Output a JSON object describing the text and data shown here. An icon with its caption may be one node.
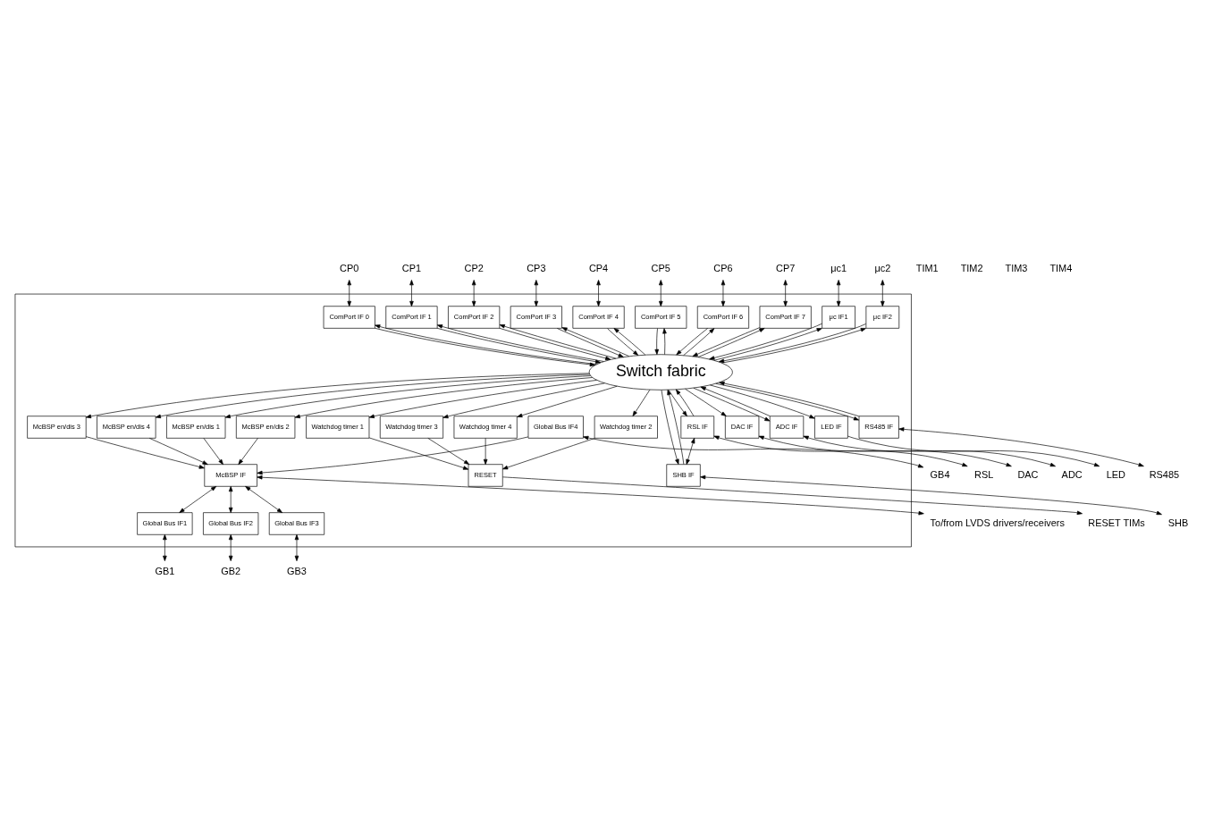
{
  "diagram": {
    "nodes": [
      {
        "text": [],
        "shape": "box"
      },
      {
        "text": [
          "ComPort IF 0"
        ],
        "in": 0
      },
      {
        "text": [
          "ComPort IF 1"
        ],
        "in": 0
      },
      {
        "text": [
          "ComPort IF 2"
        ],
        "in": 0
      },
      {
        "text": [
          "ComPort IF 3"
        ],
        "in": 0
      },
      {
        "text": [
          "ComPort IF 4"
        ],
        "in": 0
      },
      {
        "text": [
          "ComPort IF 5"
        ],
        "in": 0
      },
      {
        "text": [
          "ComPort IF 6"
        ],
        "in": 0
      },
      {
        "text": [
          "ComPort IF 7"
        ],
        "in": 0
      },
      {
        "text": [
          "μc IF1"
        ],
        "in": 0
      },
      {
        "text": [
          "μc IF2"
        ],
        "in": 0
      },
      {
        "text": [
          "Switch fabric"
        ],
        "in": 0
      },
      {
        "text": [
          "Watchdog timer 1"
        ],
        "in": 0
      },
      {
        "text": [
          "Watchdog timer 2"
        ],
        "in": 0
      },
      {
        "text": [
          "Watchdog timer 3"
        ],
        "in": 0
      },
      {
        "text": [
          "Watchdog timer 4"
        ],
        "in": 0
      },
      {
        "text": [
          "RESET"
        ],
        "in": 0
      },
      {
        "text": [
          "Global Bus IF1"
        ],
        "in": 0
      },
      {
        "text": [
          "Global Bus IF2"
        ],
        "in": 0
      },
      {
        "text": [
          "Global Bus IF3"
        ],
        "in": 0
      },
      {
        "text": [
          "Global Bus IF4"
        ],
        "in": 0
      },
      {
        "text": [
          "McBSP en/dis 1"
        ],
        "in": 0
      },
      {
        "text": [
          "McBSP en/dis 2"
        ],
        "in": 0
      },
      {
        "text": [
          "McBSP en/dis 3"
        ],
        "in": 0
      },
      {
        "text": [
          "McBSP en/dis 4"
        ],
        "in": 0
      },
      {
        "text": [
          "DAC IF"
        ],
        "in": 0
      },
      {
        "text": [
          "ADC IF"
        ],
        "in": 0
      },
      {
        "text": [
          "LED IF"
        ],
        "in": 0
      },
      {
        "text": [
          "RSL IF"
        ],
        "in": 0
      },
      {
        "text": [
          "SHB IF"
        ],
        "in": 0
      },
      {
        "text": [
          "RS485 IF"
        ],
        "in": 0
      },
      {
        "text": [
          "McBSP IF"
        ],
        "in": 0
      },
      {
        "text": [
          "CP0"
        ]
      },
      {
        "text": [
          "CP1"
        ]
      },
      {
        "text": [
          "CP2"
        ]
      },
      {
        "text": [
          "CP3"
        ]
      },
      {
        "text": [
          "CP4"
        ]
      },
      {
        "text": [
          "CP5"
        ]
      },
      {
        "text": [
          "CP6"
        ]
      },
      {
        "text": [
          "CP7"
        ]
      },
      {
        "text": [
          "RESET TIMs"
        ]
      },
      {
        "text": [
          "GB1"
        ]
      },
      {
        "text": [
          "GB2"
        ]
      },
      {
        "text": [
          "GB3"
        ]
      },
      {
        "text": [
          "GB4"
        ]
      },
      {
        "text": [
          "μc1"
        ]
      },
      {
        "text": [
          "μc2"
        ]
      },
      {
        "text": [
          "DAC"
        ]
      },
      {
        "text": [
          "ADC"
        ]
      },
      {
        "text": [
          "LED"
        ]
      },
      {
        "text": [
          "RSL"
        ]
      },
      {
        "text": [
          "SHB"
        ]
      },
      {
        "text": [
          "RS485"
        ]
      },
      {
        "text": [
          "To/from LVDS drivers/receivers"
        ]
      }
    ],
    "edges": [
      {
        "from": 32,
        "to": 1,
        "arrow": "both"
      },
      {
        "from": 33,
        "to": 2,
        "arrow": "both"
      },
      {
        "from": 34,
        "to": 3,
        "arrow": "both"
      },
      {
        "from": 35,
        "to": 4,
        "arrow": "both"
      },
      {
        "from": 36,
        "to": 5,
        "arrow": "both"
      },
      {
        "from": 37,
        "to": 6,
        "arrow": "both"
      },
      {
        "from": 38,
        "to": 7,
        "arrow": "both"
      },
      {
        "from": 39,
        "to": 8,
        "arrow": "both"
      },
      {
        "from": 1,
        "to": 11,
        "arrow": "to"
      },
      {
        "from": 11,
        "to": 1,
        "arrow": "to"
      },
      {
        "from": 2,
        "to": 11,
        "arrow": "to"
      },
      {
        "from": 11,
        "to": 2,
        "arrow": "to"
      },
      {
        "from": 3,
        "to": 11,
        "arrow": "to"
      },
      {
        "from": 11,
        "to": 3,
        "arrow": "to"
      },
      {
        "from": 4,
        "to": 11,
        "arrow": "to"
      },
      {
        "from": 11,
        "to": 4,
        "arrow": "to"
      },
      {
        "from": 5,
        "to": 11,
        "arrow": "to"
      },
      {
        "from": 11,
        "to": 5,
        "arrow": "to"
      },
      {
        "from": 6,
        "to": 11,
        "arrow": "to"
      },
      {
        "from": 11,
        "to": 6,
        "arrow": "to"
      },
      {
        "from": 7,
        "to": 11,
        "arrow": "to"
      },
      {
        "from": 11,
        "to": 7,
        "arrow": "to"
      },
      {
        "from": 8,
        "to": 11,
        "arrow": "to"
      },
      {
        "from": 11,
        "to": 8,
        "arrow": "to"
      },
      {
        "from": 45,
        "to": 9,
        "arrow": "both"
      },
      {
        "from": 11,
        "to": 9,
        "arrow": "to"
      },
      {
        "from": 9,
        "to": 11,
        "arrow": "to"
      },
      {
        "from": 46,
        "to": 10,
        "arrow": "both"
      },
      {
        "from": 11,
        "to": 10,
        "arrow": "to"
      },
      {
        "from": 10,
        "to": 11,
        "arrow": "to"
      },
      {
        "from": 11,
        "to": 12,
        "arrow": "to"
      },
      {
        "from": 11,
        "to": 13,
        "arrow": "to"
      },
      {
        "from": 11,
        "to": 14,
        "arrow": "to"
      },
      {
        "from": 11,
        "to": 15,
        "arrow": "to"
      },
      {
        "from": 12,
        "to": 16,
        "arrow": "to"
      },
      {
        "from": 13,
        "to": 16,
        "arrow": "to"
      },
      {
        "from": 14,
        "to": 16,
        "arrow": "to"
      },
      {
        "from": 15,
        "to": 16,
        "arrow": "to"
      },
      {
        "from": 16,
        "to": 40,
        "arrow": "to"
      },
      {
        "from": 17,
        "to": 41,
        "arrow": "both"
      },
      {
        "from": 18,
        "to": 42,
        "arrow": "both"
      },
      {
        "from": 19,
        "to": 43,
        "arrow": "both"
      },
      {
        "from": 20,
        "to": 44,
        "arrow": "both"
      },
      {
        "from": 31,
        "to": 17,
        "arrow": "both"
      },
      {
        "from": 31,
        "to": 18,
        "arrow": "both"
      },
      {
        "from": 31,
        "to": 19,
        "arrow": "both"
      },
      {
        "from": 20,
        "to": 31,
        "arrow": "to"
      },
      {
        "from": 11,
        "to": 21,
        "arrow": "to"
      },
      {
        "from": 11,
        "to": 22,
        "arrow": "to"
      },
      {
        "from": 11,
        "to": 23,
        "arrow": "to"
      },
      {
        "from": 11,
        "to": 24,
        "arrow": "to"
      },
      {
        "from": 21,
        "to": 31,
        "arrow": "to"
      },
      {
        "from": 22,
        "to": 31,
        "arrow": "to"
      },
      {
        "from": 23,
        "to": 31,
        "arrow": "to"
      },
      {
        "from": 24,
        "to": 31,
        "arrow": "to"
      },
      {
        "from": 11,
        "to": 25,
        "arrow": "to"
      },
      {
        "from": 11,
        "to": 26,
        "arrow": "to"
      },
      {
        "from": 26,
        "to": 11,
        "arrow": "to"
      },
      {
        "from": 11,
        "to": 27,
        "arrow": "to"
      },
      {
        "from": 11,
        "to": 28,
        "arrow": "to"
      },
      {
        "from": 28,
        "to": 11,
        "arrow": "to"
      },
      {
        "from": 28,
        "to": 29,
        "arrow": "both"
      },
      {
        "from": 11,
        "to": 29,
        "arrow": "to"
      },
      {
        "from": 29,
        "to": 11,
        "arrow": "to"
      },
      {
        "from": 11,
        "to": 30,
        "arrow": "to"
      },
      {
        "from": 30,
        "to": 11,
        "arrow": "to"
      },
      {
        "from": 25,
        "to": 47,
        "arrow": "both"
      },
      {
        "from": 26,
        "to": 48,
        "arrow": "both"
      },
      {
        "from": 27,
        "to": 49,
        "arrow": "to"
      },
      {
        "from": 28,
        "to": 50,
        "arrow": "both"
      },
      {
        "from": 29,
        "to": 51,
        "arrow": "both"
      },
      {
        "from": 30,
        "to": 52,
        "arrow": "both"
      },
      {
        "from": 31,
        "to": 53,
        "arrow": "both"
      }
    ],
    "labels": [
      "TIM1",
      "TIM2",
      "TIM3",
      "TIM4"
    ]
  }
}
